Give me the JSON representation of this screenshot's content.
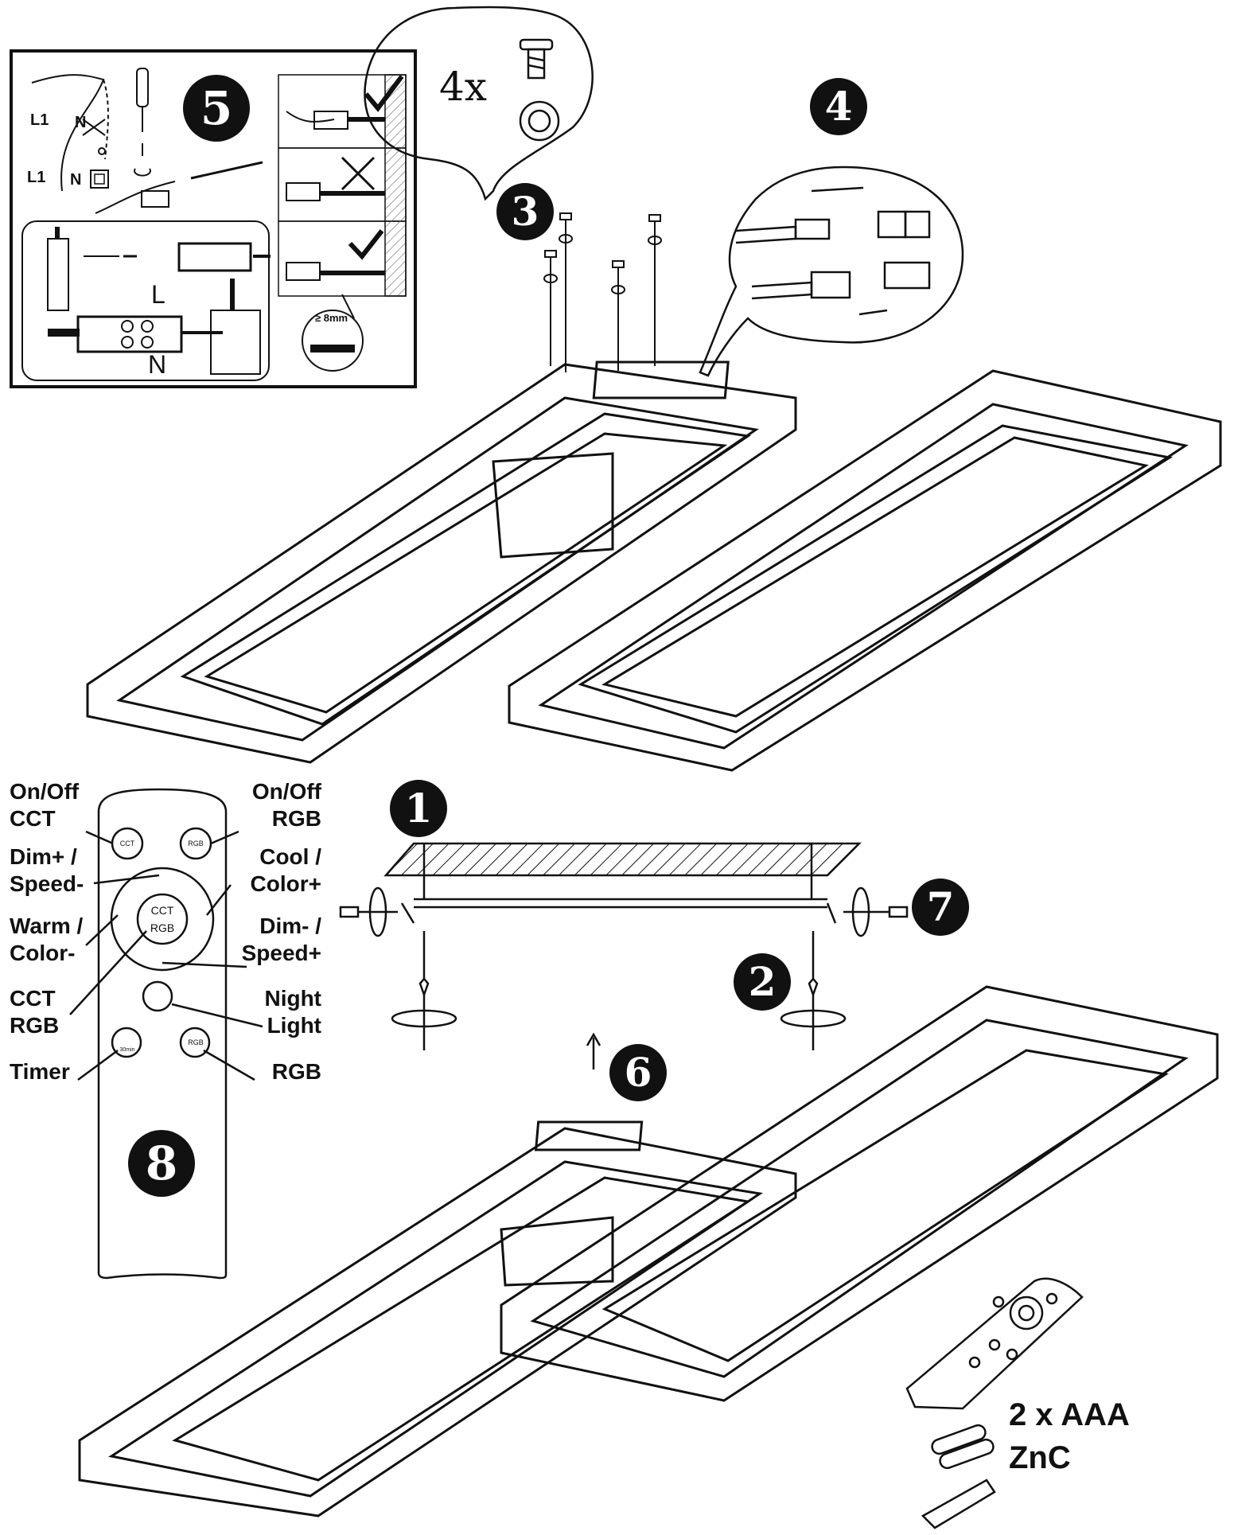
{
  "steps": [
    "1",
    "2",
    "3",
    "4",
    "5",
    "6",
    "7",
    "8"
  ],
  "screws_qty": "4x",
  "wiring": {
    "l1": "L1",
    "n": "N",
    "terminal_l": "L",
    "terminal_n": "N",
    "strip_length": "≥ 8mm"
  },
  "remote_labels": {
    "onoff_cct": "On/Off\nCCT",
    "onoff_rgb": "On/Off\nRGB",
    "dim_plus": "Dim+ /\nSpeed-",
    "cool": "Cool /\nColor+",
    "warm": "Warm /\nColor-",
    "dim_minus": "Dim- /\nSpeed+",
    "cct_rgb": "CCT\nRGB",
    "night": "Night\nLight",
    "timer": "Timer",
    "rgb": "RGB"
  },
  "remote_buttons": {
    "cct": "CCT",
    "rgb": "RGB",
    "center_top": "CCT",
    "center_bottom": "RGB",
    "timer_small": "30min"
  },
  "battery": {
    "qty": "2 x AAA",
    "type": "ZnC"
  }
}
